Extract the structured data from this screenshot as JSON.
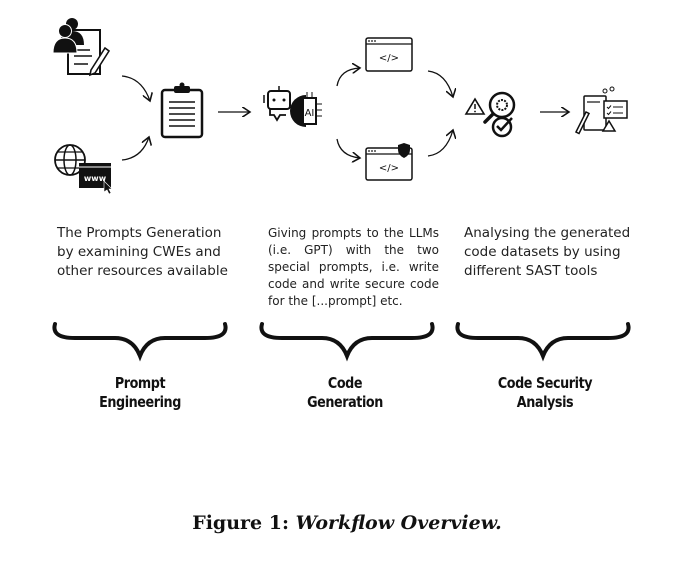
{
  "stages": [
    {
      "description": "The Prompts Generation by examining CWEs and other resources available",
      "label_line1": "Prompt",
      "label_line2": "Engineering"
    },
    {
      "description": "Giving prompts to the LLMs (i.e. GPT) with the two special prompts, i.e. write code and write secure code for the [...prompt] etc.",
      "label_line1": "Code",
      "label_line2": "Generation"
    },
    {
      "description": "Analysing the generated code datasets by using different SAST tools",
      "label_line1": "Code Security",
      "label_line2": "Analysis"
    }
  ],
  "icons": {
    "www_text": "www",
    "ai_text": "AI",
    "code_tag": "</>"
  },
  "caption": {
    "prefix": "Figure 1: ",
    "title": "Workflow Overview."
  }
}
